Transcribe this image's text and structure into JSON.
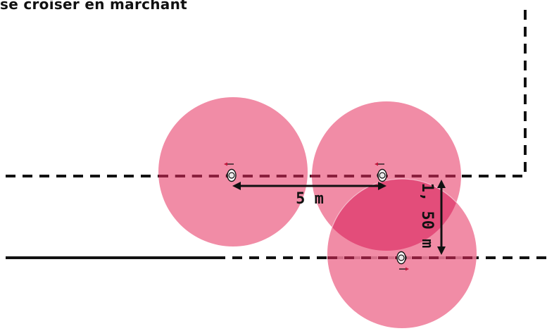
{
  "title": "se croiser en marchant",
  "labels": {
    "horizontal_distance": "5 m",
    "vertical_distance": "1, 50 m"
  },
  "colors": {
    "circle": "#ef7c9a",
    "overlap": "#e34d7a",
    "path_line": "#111111",
    "path_line_overlap": "#8a1f3d"
  },
  "icons": [
    "walking-person-icon",
    "walking-person-icon",
    "walking-person-icon"
  ]
}
